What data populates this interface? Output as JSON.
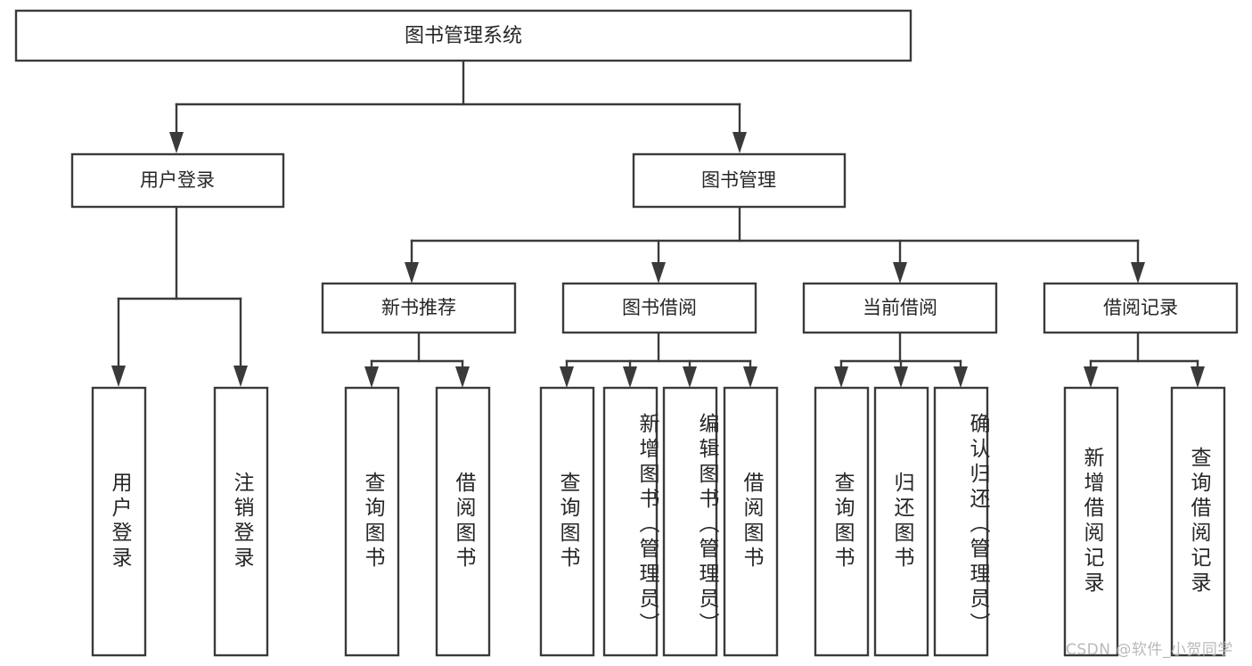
{
  "diagram": {
    "type": "tree",
    "title": "图书管理系统",
    "orientation": "top-down",
    "leaf_text_orientation": "vertical",
    "colors": {
      "background": "#ffffff",
      "box_fill": "#ffffff",
      "box_stroke": "#3a3a3a",
      "text": "#262626",
      "watermark": "#b9b9b9"
    }
  },
  "root": {
    "label": "图书管理系统"
  },
  "level1": [
    {
      "label": "用户登录"
    },
    {
      "label": "图书管理"
    }
  ],
  "level2": [
    {
      "label": "新书推荐"
    },
    {
      "label": "图书借阅"
    },
    {
      "label": "当前借阅"
    },
    {
      "label": "借阅记录"
    }
  ],
  "leaves": {
    "user_login": [
      {
        "label": "用户登录"
      },
      {
        "label": "注销登录"
      }
    ],
    "new_book_recommend": [
      {
        "label": "查询图书"
      },
      {
        "label": "借阅图书"
      }
    ],
    "book_borrow": [
      {
        "label": "查询图书"
      },
      {
        "label": "新增图书（管理员）"
      },
      {
        "label": "编辑图书（管理员）"
      },
      {
        "label": "借阅图书"
      }
    ],
    "current_borrow": [
      {
        "label": "查询图书"
      },
      {
        "label": "归还图书"
      },
      {
        "label": "确认归还（管理员）"
      }
    ],
    "borrow_record": [
      {
        "label": "新增借阅记录"
      },
      {
        "label": "查询借阅记录"
      }
    ]
  },
  "watermark": {
    "text": "CSDN @软件_小贺同学"
  }
}
